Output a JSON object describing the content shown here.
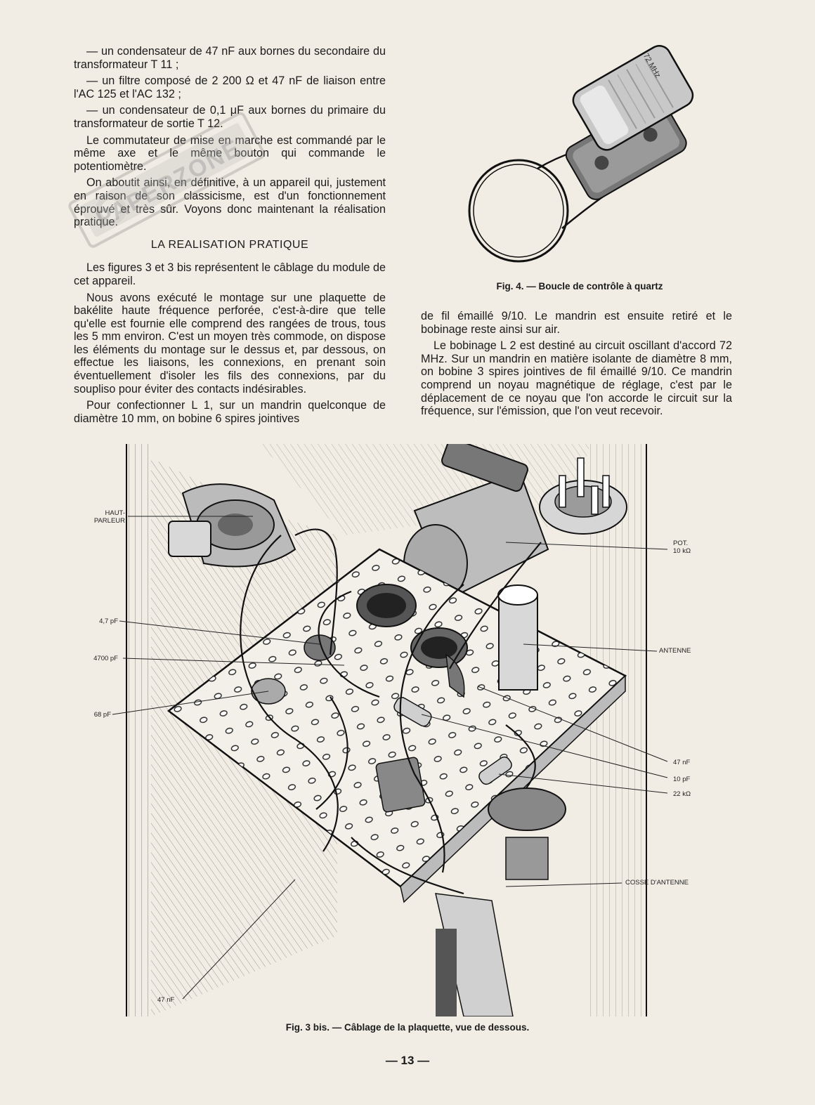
{
  "left_column": {
    "paragraphs": [
      "— un condensateur de 47 nF aux bornes du secondaire du transformateur T 11 ;",
      "— un filtre composé de 2 200 Ω et 47 nF de liaison entre l'AC 125 et l'AC 132 ;",
      "— un condensateur de 0,1 μF aux bornes du primaire du transformateur de sortie T 12.",
      "Le commutateur de mise en marche est commandé par le même axe et le même bouton qui commande le potentiomètre.",
      "On aboutit ainsi, en définitive, à un appareil qui, justement en raison de son classicisme, est d'un fonctionnement éprouvé et très sûr. Voyons donc maintenant la réalisation pratique."
    ],
    "heading": "LA REALISATION PRATIQUE",
    "paragraphs_after": [
      "Les figures 3 et 3 bis représentent le câblage du module de cet appareil.",
      "Nous avons exécuté le montage sur une plaquette de bakélite haute fréquence perforée, c'est-à-dire que telle qu'elle est fournie elle comprend des rangées de trous, tous les 5 mm environ. C'est un moyen très commode, on dispose les éléments du montage sur le dessus et, par dessous, on effectue les liaisons, les connexions, en prenant soin éventuellement d'isoler les fils des connexions, par du soupliso pour éviter des contacts indésirables.",
      "Pour confectionner L 1, sur un mandrin quelconque de diamètre 10 mm, on bobine 6 spires jointives"
    ]
  },
  "right_column": {
    "paragraphs": [
      "de fil émaillé 9/10. Le mandrin est ensuite retiré et le bobinage reste ainsi sur air.",
      "Le bobinage L 2 est destiné au circuit oscillant d'accord 72 MHz. Sur un mandrin en matière isolante de diamètre 8 mm, on bobine 3 spires jointives de fil émaillé 9/10. Ce mandrin comprend un noyau magnétique de réglage, c'est par le déplacement de ce noyau que l'on accorde le circuit sur la fréquence, sur l'émission, que l'on veut recevoir."
    ]
  },
  "figure4": {
    "caption": "Fig. 4. — Boucle de contrôle à quartz",
    "crystal_marking": "72 MHz"
  },
  "figure3bis": {
    "caption": "Fig. 3 bis. — Câblage de la plaquette, vue de dessous.",
    "labels": {
      "haut_parleur_1": "HAUT-",
      "haut_parleur_2": "PARLEUR",
      "pot_1": "POT.",
      "pot_2": "10 kΩ",
      "c_4_7": "4,7 pF",
      "c_4700": "4700 pF",
      "c_68": "68 pF",
      "antenne": "ANTENNE",
      "c_47": "47 nF",
      "c_10": "10 pF",
      "r_22": "22 kΩ",
      "cosse": "COSSE D'ANTENNE",
      "c_47_bottom": "47 nF"
    }
  },
  "page_number": "— 13 —",
  "watermark": "PAPERZONE"
}
